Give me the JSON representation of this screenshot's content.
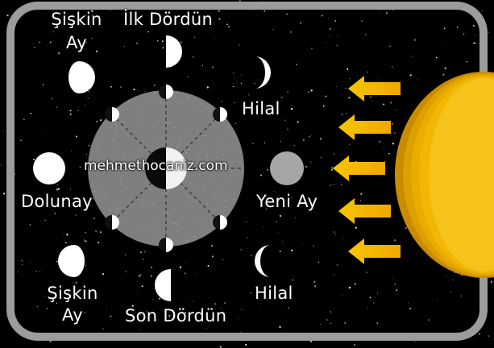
{
  "labels": {
    "waxing_gibbous_line1": "Şişkin",
    "waxing_gibbous_line2": "Ay",
    "first_quarter": "İlk Dördün",
    "waxing_crescent": "Hilal",
    "full_moon": "Dolunay",
    "new_moon": "Yeni Ay",
    "waning_gibbous_line1": "Şişkin",
    "waning_gibbous_line2": "Ay",
    "last_quarter": "Son Dördün",
    "waning_crescent": "Hilal"
  },
  "watermark": "mehmethocaniz.com",
  "colors": {
    "background": "#000000",
    "frame": "#9a9a9a",
    "orbit_disc": "#808080",
    "moon_lit": "#ffffff",
    "new_moon": "#a6a6a6",
    "sun": "#f2b705",
    "sunlight_arrow": "#f5b800"
  }
}
